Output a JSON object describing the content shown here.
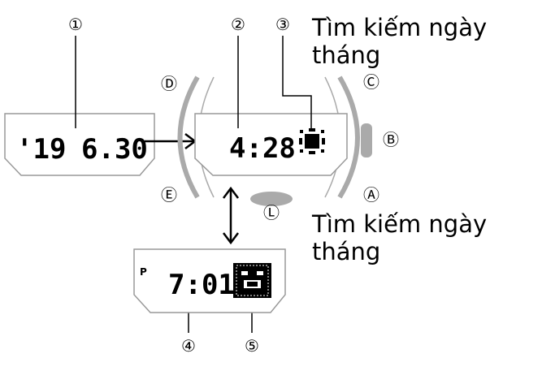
{
  "callouts": {
    "c1": "①",
    "c2": "②",
    "c3": "③",
    "c4": "④",
    "c5": "⑤"
  },
  "buttons": {
    "A": "Ⓐ",
    "B": "Ⓑ",
    "C": "Ⓒ",
    "D": "Ⓓ",
    "E": "Ⓔ",
    "L": "Ⓛ"
  },
  "captions": {
    "top": "Tìm kiếm ngày tháng",
    "bottom": "Tìm kiếm ngày tháng"
  },
  "display_left": {
    "year": "'19",
    "date": "6.30"
  },
  "display_center": {
    "time": "4:28"
  },
  "display_bottom": {
    "indicator": "P",
    "time": "7:01"
  },
  "icons": {
    "sun": "sun-icon",
    "moon": "moon-phase-icon"
  }
}
